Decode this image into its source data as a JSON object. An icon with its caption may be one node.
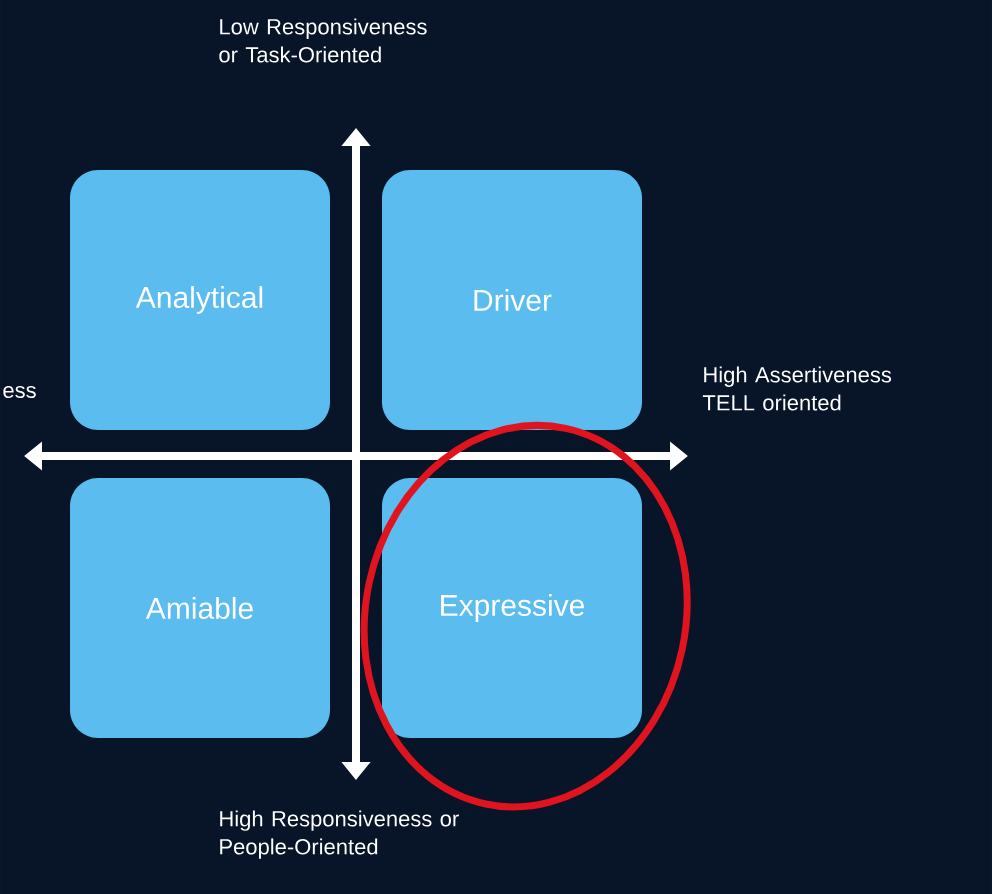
{
  "diagram": {
    "nodes": [
      {
        "text": [
          "Analytical"
        ]
      },
      {
        "text": [
          "Driver"
        ]
      },
      {
        "text": [
          "Amiable"
        ]
      },
      {
        "text": [
          "Expressive"
        ]
      }
    ],
    "labels": [
      "Low Responsiveness or Task-Oriented",
      "ess",
      "High Assertiveness TELL oriented",
      "High Responsiveness or People-Oriented"
    ]
  }
}
